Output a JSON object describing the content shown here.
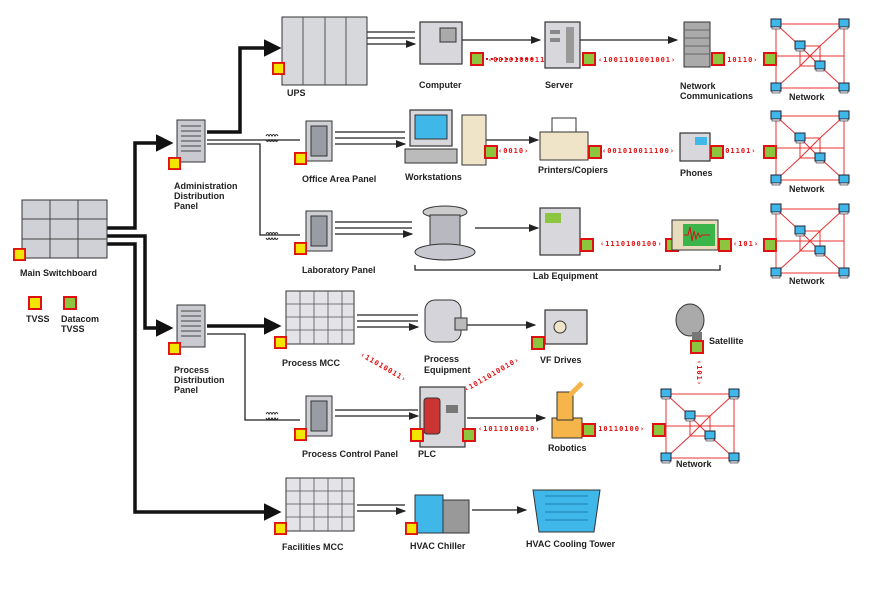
{
  "colors": {
    "tvss": "#f2e600",
    "datacom_tvss": "#8cc63f",
    "border": "#e01010",
    "power": "#111111",
    "data_link": "#e01010"
  },
  "nodes": {
    "main_switchboard": "Main Switchboard",
    "admin_panel": [
      "Administration",
      "Distribution",
      "Panel"
    ],
    "process_panel": [
      "Process",
      "Distribution",
      "Panel"
    ],
    "ups": "UPS",
    "computer": "Computer",
    "server": "Server",
    "network_comms": [
      "Network",
      "Communications"
    ],
    "network": "Network",
    "office_panel": "Office Area Panel",
    "workstations": "Workstations",
    "printers": "Printers/Copiers",
    "phones": "Phones",
    "lab_panel": "Laboratory Panel",
    "lab_equipment": "Lab Equipment",
    "process_mcc": "Process MCC",
    "process_equipment": [
      "Process",
      "Equipment"
    ],
    "vf_drives": "VF Drives",
    "satellite": "Satellite",
    "process_control_panel": "Process Control Panel",
    "plc": "PLC",
    "robotics": "Robotics",
    "facilities_mcc": "Facilities MCC",
    "hvac_chiller": "HVAC Chiller",
    "hvac_tower": "HVAC Cooling Tower"
  },
  "legend": {
    "tvss": "TVSS",
    "datacom": [
      "Datacom",
      "TVSS"
    ]
  },
  "links": {
    "computer_server": "‹0010100011›",
    "server_netcomm": "‹1001101001001›",
    "netcomm_network": "‹10110›",
    "work_printer": "‹0010›",
    "printer_phone": "‹001010011100›",
    "phone_network": "‹01101›",
    "lab_monitor": "‹1110100100›",
    "monitor_network": "‹101›",
    "mcc_plc": "‹11010011›",
    "plc_vf": "‹1011010010›",
    "plc_robot": "‹1011010010›",
    "robot_network": "‹10110100›",
    "sat_network": "‹101›"
  }
}
